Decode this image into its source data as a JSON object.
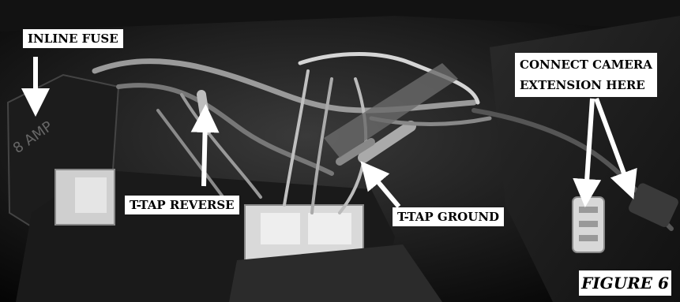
{
  "labels": {
    "inline_fuse": "INLINE FUSE",
    "t_tap_reverse": "T-TAP REVERSE",
    "t_tap_ground": "T-TAP GROUND",
    "connect_camera_line1": "CONNECT CAMERA",
    "connect_camera_line2": "EXTENSION HERE"
  },
  "caption": "FIGURE 6"
}
